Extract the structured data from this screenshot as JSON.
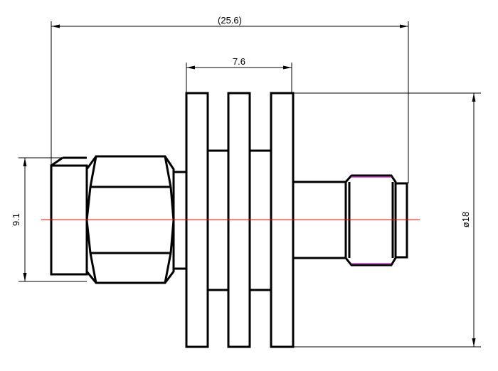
{
  "dimensions": {
    "overall_length": "(25.6)",
    "fin_span": "7.6",
    "left_diameter": "9.1",
    "flange_diameter": "ø18"
  },
  "colors": {
    "outline": "#000000",
    "centerline": "#ff0000",
    "thread_accent": "#cc33cc",
    "background": "#ffffff"
  }
}
